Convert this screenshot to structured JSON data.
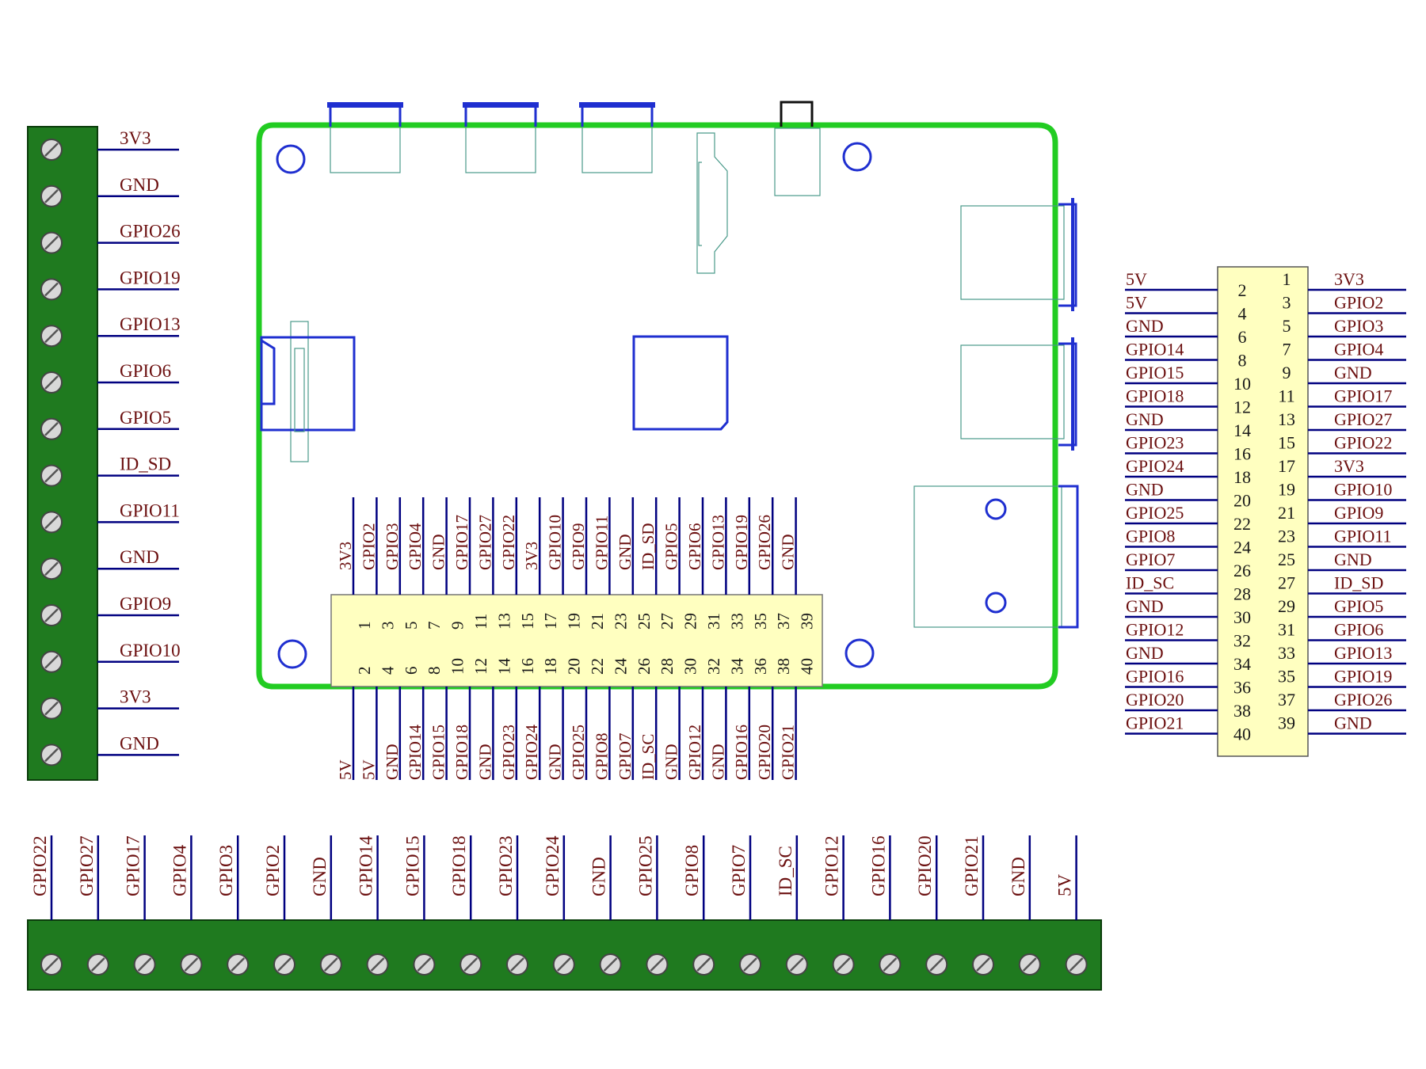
{
  "left_terminal": {
    "labels": [
      "3V3",
      "GND",
      "GPIO26",
      "GPIO19",
      "GPIO13",
      "GPIO6",
      "GPIO5",
      "ID_SD",
      "GPIO11",
      "GND",
      "GPIO9",
      "GPIO10",
      "3V3",
      "GND"
    ]
  },
  "bottom_terminal": {
    "labels": [
      "GPIO22",
      "GPIO27",
      "GPIO17",
      "GPIO4",
      "GPIO3",
      "GPIO2",
      "GND",
      "GPIO14",
      "GPIO15",
      "GPIO18",
      "GPIO23",
      "GPIO24",
      "GND",
      "GPIO25",
      "GPIO8",
      "GPIO7",
      "ID_SC",
      "GPIO12",
      "GPIO16",
      "GPIO20",
      "GPIO21",
      "GND",
      "5V"
    ]
  },
  "board_header": {
    "odd_pins": [
      "1",
      "3",
      "5",
      "7",
      "9",
      "11",
      "13",
      "15",
      "17",
      "19",
      "21",
      "23",
      "25",
      "27",
      "29",
      "31",
      "33",
      "35",
      "37",
      "39"
    ],
    "even_pins": [
      "2",
      "4",
      "6",
      "8",
      "10",
      "12",
      "14",
      "16",
      "18",
      "20",
      "22",
      "24",
      "26",
      "28",
      "30",
      "32",
      "34",
      "36",
      "38",
      "40"
    ],
    "odd_labels": [
      "3V3",
      "GPIO2",
      "GPIO3",
      "GPIO4",
      "GND",
      "GPIO17",
      "GPIO27",
      "GPIO22",
      "3V3",
      "GPIO10",
      "GPIO9",
      "GPIO11",
      "GND",
      "ID_SD",
      "GPIO5",
      "GPIO6",
      "GPIO13",
      "GPIO19",
      "GPIO26",
      "GND"
    ],
    "even_labels": [
      "5V",
      "5V",
      "GND",
      "GPIO14",
      "GPIO15",
      "GPIO18",
      "GND",
      "GPIO23",
      "GPIO24",
      "GND",
      "GPIO25",
      "GPIO8",
      "GPIO7",
      "ID_SC",
      "GND",
      "GPIO12",
      "GND",
      "GPIO16",
      "GPIO20",
      "GPIO21"
    ]
  },
  "right_header": {
    "left_labels": [
      "5V",
      "5V",
      "GND",
      "GPIO14",
      "GPIO15",
      "GPIO18",
      "GND",
      "GPIO23",
      "GPIO24",
      "GND",
      "GPIO25",
      "GPIO8",
      "GPIO7",
      "ID_SC",
      "GND",
      "GPIO12",
      "GND",
      "GPIO16",
      "GPIO20",
      "GPIO21"
    ],
    "even_pins": [
      "2",
      "4",
      "6",
      "8",
      "10",
      "12",
      "14",
      "16",
      "18",
      "20",
      "22",
      "24",
      "26",
      "28",
      "30",
      "32",
      "34",
      "36",
      "38",
      "40"
    ],
    "odd_pins": [
      "1",
      "3",
      "5",
      "7",
      "9",
      "11",
      "13",
      "15",
      "17",
      "19",
      "21",
      "23",
      "25",
      "27",
      "29",
      "31",
      "33",
      "35",
      "37",
      "39"
    ],
    "right_labels": [
      "3V3",
      "GPIO2",
      "GPIO3",
      "GPIO4",
      "GND",
      "GPIO17",
      "GPIO27",
      "GPIO22",
      "3V3",
      "GPIO10",
      "GPIO9",
      "GPIO11",
      "GND",
      "ID_SD",
      "GPIO5",
      "GPIO6",
      "GPIO13",
      "GPIO19",
      "GPIO26",
      "GND"
    ]
  },
  "colors": {
    "terminal_green": "#1f7a1f",
    "board_outline": "#22cc22",
    "header_fill": "#ffffc0",
    "wire_blue": "#000080",
    "label_red": "#6b0f0f",
    "component_blue": "#1f2fd0",
    "footprint_teal": "#4a9a8a"
  }
}
